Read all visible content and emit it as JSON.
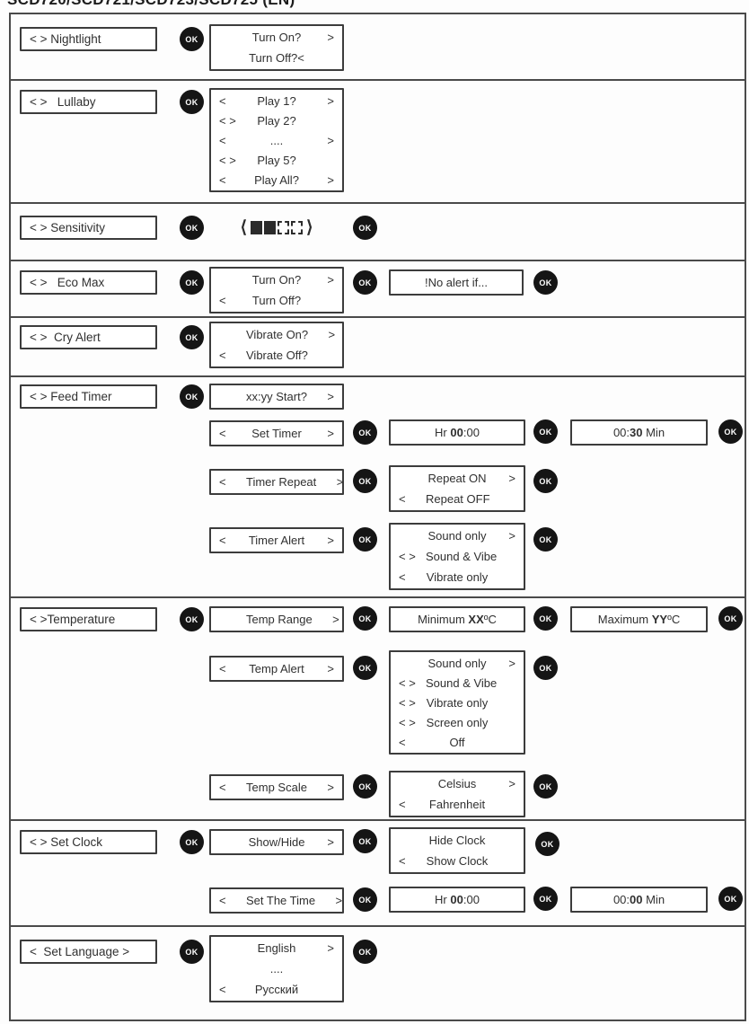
{
  "title": "SCD720/SCD721/SCD723/SCD725 (EN)",
  "ok_label": "OK",
  "nightlight": {
    "menu": "< > Nightlight",
    "screen": [
      {
        "l": "",
        "c": "Turn On?",
        "r": ">"
      },
      {
        "l": "",
        "c": "Turn Off?<",
        "r": ""
      }
    ]
  },
  "lullaby": {
    "menu": "< >   Lullaby",
    "screen": [
      {
        "l": "<",
        "c": "Play 1?",
        "r": ">"
      },
      {
        "l": "< >",
        "c": "Play 2?",
        "r": ""
      },
      {
        "l": "<",
        "c": "....",
        "r": ">"
      },
      {
        "l": "< >",
        "c": "Play 5?",
        "r": ""
      },
      {
        "l": "<",
        "c": "Play All?",
        "r": ">"
      }
    ]
  },
  "sensitivity": {
    "menu": "< > Sensitivity",
    "indicator": {
      "open": "⟨",
      "close": "⟩",
      "filled": 2,
      "empty": 2
    }
  },
  "ecomax": {
    "menu": "< >   Eco Max",
    "screen": [
      {
        "l": "",
        "c": "Turn On?",
        "r": ">"
      },
      {
        "l": "<",
        "c": "Turn Off?",
        "r": ""
      }
    ],
    "note": "!No alert if..."
  },
  "cryalert": {
    "menu": "< >  Cry Alert",
    "screen": [
      {
        "l": "",
        "c": "Vibrate On?",
        "r": ">"
      },
      {
        "l": "<",
        "c": "Vibrate Off?",
        "r": ""
      }
    ]
  },
  "feedtimer": {
    "menu": "< > Feed Timer",
    "start": {
      "l": "",
      "c": "xx:yy Start?",
      "r": ">"
    },
    "set_timer": {
      "l": "<",
      "c": "Set Timer",
      "r": ">"
    },
    "hr": {
      "pre": "Hr ",
      "bold": "00",
      "post": ":00"
    },
    "min": {
      "pre": "00:",
      "bold": "30",
      "post": " Min"
    },
    "timer_repeat": {
      "l": "<",
      "c": "Timer Repeat",
      "r": ">"
    },
    "repeat_screen": [
      {
        "l": "",
        "c": "Repeat ON",
        "r": ">"
      },
      {
        "l": "<",
        "c": "Repeat OFF",
        "r": ""
      }
    ],
    "timer_alert": {
      "l": "<",
      "c": "Timer Alert",
      "r": ">"
    },
    "alert_screen": [
      {
        "l": "",
        "c": "Sound only",
        "r": ">"
      },
      {
        "l": "< >",
        "c": "Sound & Vibe",
        "r": ""
      },
      {
        "l": "<",
        "c": "Vibrate only",
        "r": ""
      }
    ]
  },
  "temperature": {
    "menu": "< >Temperature",
    "temp_range": {
      "l": "",
      "c": "Temp Range",
      "r": ">"
    },
    "minimum": {
      "pre": "Minimum ",
      "bold": "XX",
      "post": "ºC"
    },
    "maximum": {
      "pre": "Maximum ",
      "bold": "YY",
      "post": "ºC"
    },
    "temp_alert": {
      "l": "<",
      "c": "Temp Alert",
      "r": ">"
    },
    "alert_screen": [
      {
        "l": "",
        "c": "Sound only",
        "r": ">"
      },
      {
        "l": "< >",
        "c": "Sound & Vibe",
        "r": ""
      },
      {
        "l": "< >",
        "c": "Vibrate only",
        "r": ""
      },
      {
        "l": "< >",
        "c": "Screen only",
        "r": ""
      },
      {
        "l": "<",
        "c": "Off",
        "r": ""
      }
    ],
    "temp_scale": {
      "l": "<",
      "c": "Temp Scale",
      "r": ">"
    },
    "scale_screen": [
      {
        "l": "",
        "c": "Celsius",
        "r": ">"
      },
      {
        "l": "<",
        "c": "Fahrenheit",
        "r": ""
      }
    ]
  },
  "setclock": {
    "menu": "< > Set Clock",
    "show_hide": {
      "l": "",
      "c": "Show/Hide",
      "r": ">"
    },
    "clock_screen": [
      {
        "l": "",
        "c": "Hide Clock",
        "r": ""
      },
      {
        "l": "<",
        "c": "Show Clock",
        "r": ""
      }
    ],
    "set_time": {
      "l": "<",
      "c": "Set The Time",
      "r": ">"
    },
    "hr": {
      "pre": "Hr ",
      "bold": "00",
      "post": ":00"
    },
    "min": {
      "pre": "00:",
      "bold": "00",
      "post": " Min"
    }
  },
  "language": {
    "menu": "<  Set Language >",
    "screen": [
      {
        "l": "",
        "c": "English",
        "r": ">"
      },
      {
        "l": "",
        "c": "....",
        "r": ""
      },
      {
        "l": "<",
        "c": "Русский",
        "r": ""
      }
    ]
  }
}
